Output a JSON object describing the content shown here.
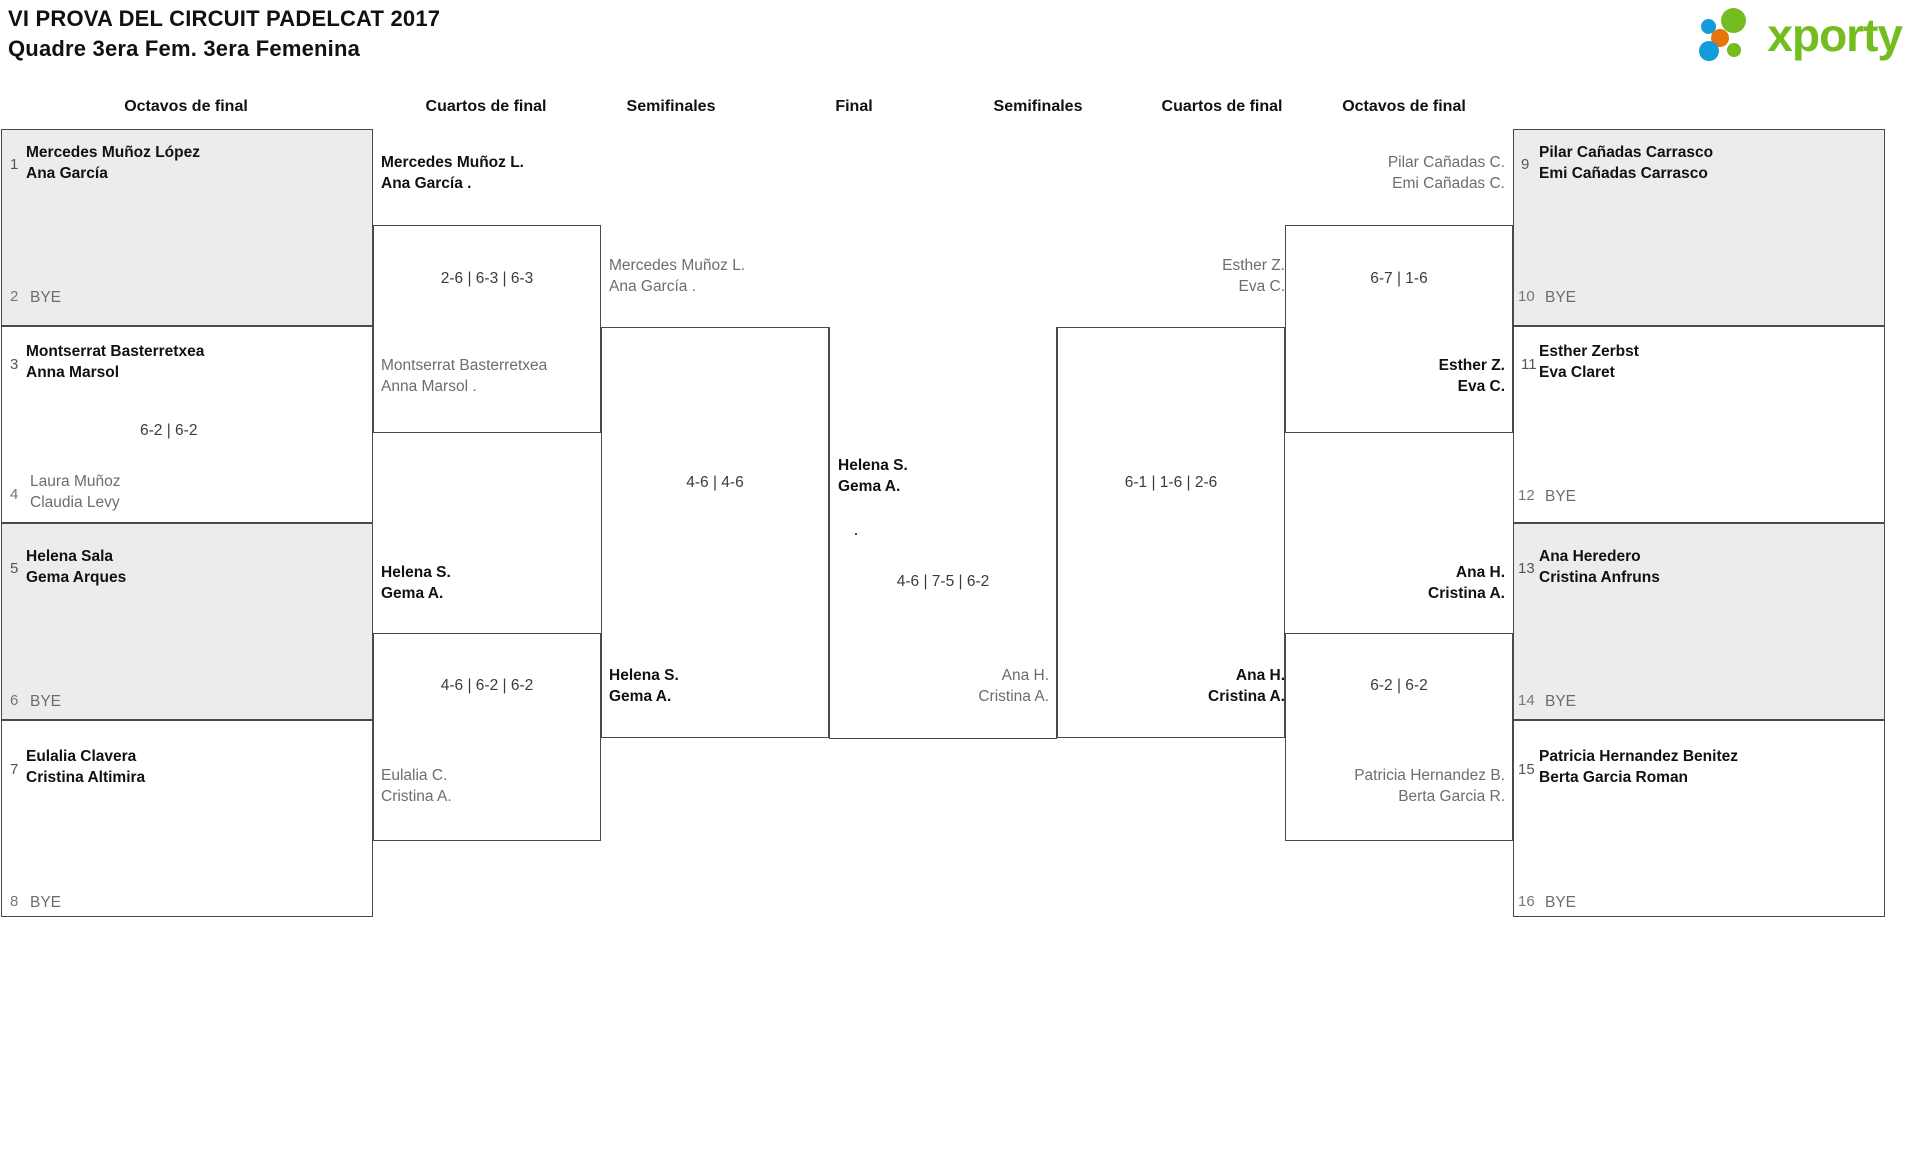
{
  "header": {
    "title_line1": "VI PROVA DEL CIRCUIT PADELCAT 2017",
    "title_line2": "Quadre 3era Fem. 3era Femenina",
    "logo_text": "xporty",
    "logo_colors": {
      "green": "#74BC1F",
      "blue": "#149BDB",
      "orange": "#E8740C"
    }
  },
  "round_headers": {
    "left_octavos": "Octavos de final",
    "left_cuartos": "Cuartos de final",
    "left_semis": "Semifinales",
    "final": "Final",
    "right_semis": "Semifinales",
    "right_cuartos": "Cuartos de final",
    "right_octavos": "Octavos de final"
  },
  "labels": {
    "bye": "BYE"
  },
  "left_octavos": [
    {
      "seed": "1",
      "line1": "Mercedes Muñoz López",
      "line2": "Ana García",
      "status": "win",
      "shaded": true
    },
    {
      "seed": "2",
      "line1": "BYE",
      "line2": "",
      "status": "bye",
      "shaded": true
    },
    {
      "seed": "3",
      "line1": "Montserrat Basterretxea",
      "line2": "Anna Marsol",
      "status": "win",
      "shaded": false
    },
    {
      "seed": "4",
      "line1": "Laura Muñoz",
      "line2": "Claudia Levy",
      "status": "lose",
      "shaded": false
    },
    {
      "seed": "5",
      "line1": "Helena Sala",
      "line2": "Gema Arques",
      "status": "win",
      "shaded": true
    },
    {
      "seed": "6",
      "line1": "BYE",
      "line2": "",
      "status": "bye",
      "shaded": true
    },
    {
      "seed": "7",
      "line1": "Eulalia Clavera",
      "line2": "Cristina Altimira",
      "status": "win",
      "shaded": false
    },
    {
      "seed": "8",
      "line1": "BYE",
      "line2": "",
      "status": "bye",
      "shaded": false
    }
  ],
  "right_octavos": [
    {
      "seed": "9",
      "line1": "Pilar Cañadas Carrasco",
      "line2": "Emi Cañadas Carrasco",
      "status": "win",
      "shaded": true
    },
    {
      "seed": "10",
      "line1": "BYE",
      "line2": "",
      "status": "bye",
      "shaded": true
    },
    {
      "seed": "11",
      "line1": "Esther Zerbst",
      "line2": "Eva Claret",
      "status": "win",
      "shaded": false
    },
    {
      "seed": "12",
      "line1": "BYE",
      "line2": "",
      "status": "bye",
      "shaded": false
    },
    {
      "seed": "13",
      "line1": "Ana Heredero",
      "line2": "Cristina Anfruns",
      "status": "win",
      "shaded": true
    },
    {
      "seed": "14",
      "line1": "BYE",
      "line2": "",
      "status": "bye",
      "shaded": true
    },
    {
      "seed": "15",
      "line1": "Patricia Hernandez Benitez",
      "line2": "Berta Garcia Roman",
      "status": "win",
      "shaded": false
    },
    {
      "seed": "16",
      "line1": "BYE",
      "line2": "",
      "status": "bye",
      "shaded": false
    }
  ],
  "left_cuartos": [
    {
      "top": {
        "line1": "Mercedes Muñoz L.",
        "line2": "Ana García .",
        "status": "win"
      },
      "bottom": {
        "line1": "Montserrat Basterretxea",
        "line2": "Anna Marsol .",
        "status": "lose"
      },
      "score": "2-6 | 6-3 | 6-3"
    },
    {
      "top": {
        "line1": "Helena S.",
        "line2": "Gema A.",
        "status": "win"
      },
      "bottom": {
        "line1": "Eulalia C.",
        "line2": "Cristina A.",
        "status": "lose"
      },
      "score": "4-6 | 6-2 | 6-2"
    }
  ],
  "right_cuartos": [
    {
      "top": {
        "line1": "Pilar Cañadas C.",
        "line2": "Emi Cañadas C.",
        "status": "lose"
      },
      "bottom": {
        "line1": "Esther Z.",
        "line2": "Eva C.",
        "status": "win"
      },
      "score": "6-7 | 1-6"
    },
    {
      "top": {
        "line1": "Ana H.",
        "line2": "Cristina A.",
        "status": "win"
      },
      "bottom": {
        "line1": "Patricia Hernandez B.",
        "line2": "Berta Garcia R.",
        "status": "lose"
      },
      "score": "6-2 | 6-2"
    }
  ],
  "left_semis": {
    "top": {
      "line1": "Mercedes Muñoz L.",
      "line2": "Ana García .",
      "status": "lose"
    },
    "bottom": {
      "line1": "Helena S.",
      "line2": "Gema A.",
      "status": "win"
    },
    "score": "4-6 | 4-6"
  },
  "right_semis": {
    "top": {
      "line1": "Esther Z.",
      "line2": "Eva C.",
      "status": "lose"
    },
    "bottom": {
      "line1": "Ana H.",
      "line2": "Cristina A.",
      "status": "win"
    },
    "score": "6-1 | 1-6 | 2-6"
  },
  "final": {
    "top": {
      "line1": "Helena S.",
      "line2": "Gema A.",
      "status": "win"
    },
    "bottom": {
      "line1": "Ana H.",
      "line2": "Cristina A.",
      "status": "lose"
    },
    "score": "4-6 | 7-5 | 6-2"
  }
}
